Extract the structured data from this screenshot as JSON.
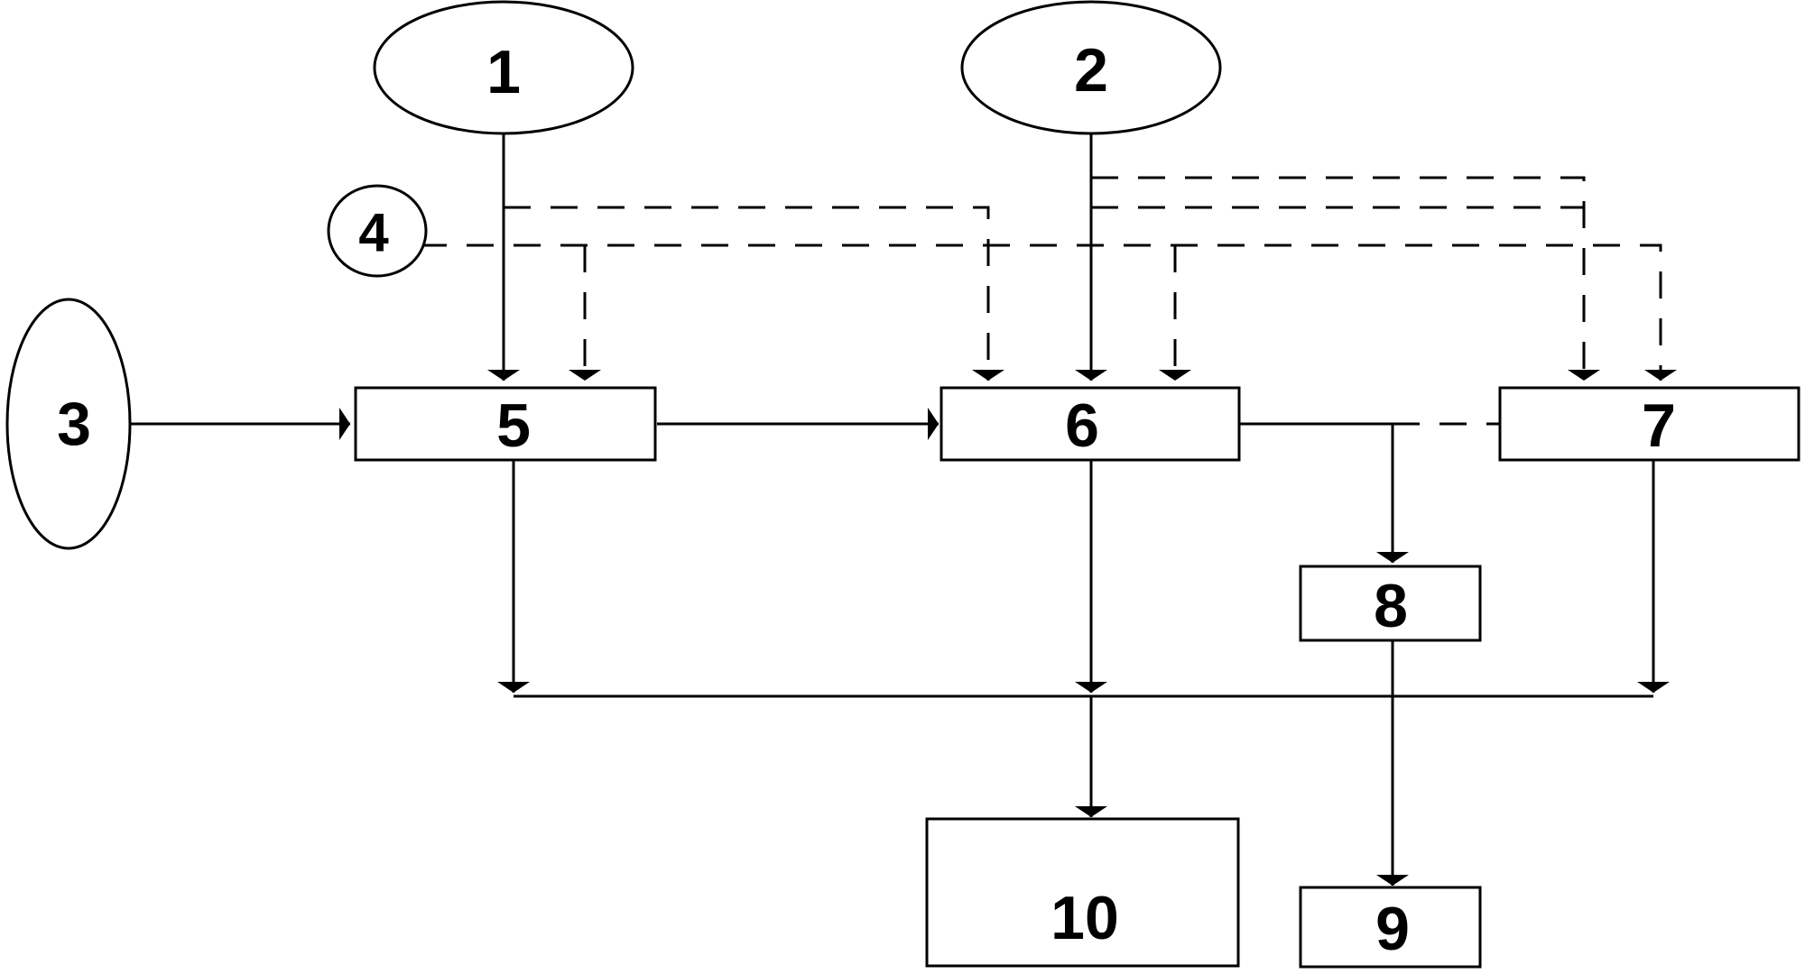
{
  "nodes": {
    "n1": "1",
    "n2": "2",
    "n3": "3",
    "n4": "4",
    "n5": "5",
    "n6": "6",
    "n7": "7",
    "n8": "8",
    "n9": "9",
    "n10": "10"
  },
  "node_shapes": {
    "n1": "ellipse",
    "n2": "ellipse",
    "n3": "ellipse",
    "n4": "circle",
    "n5": "rectangle",
    "n6": "rectangle",
    "n7": "rectangle",
    "n8": "rectangle",
    "n9": "rectangle",
    "n10": "rectangle"
  },
  "edges": [
    {
      "from": "1",
      "to": "5",
      "style": "solid"
    },
    {
      "from": "1",
      "to": "6",
      "style": "dashed"
    },
    {
      "from": "2",
      "to": "6",
      "style": "solid"
    },
    {
      "from": "2",
      "to": "7",
      "style": "dashed"
    },
    {
      "from": "3",
      "to": "5",
      "style": "solid"
    },
    {
      "from": "4",
      "to": "5",
      "style": "dashed"
    },
    {
      "from": "4",
      "to": "6",
      "style": "dashed"
    },
    {
      "from": "4",
      "to": "7",
      "style": "dashed"
    },
    {
      "from": "5",
      "to": "6",
      "style": "solid"
    },
    {
      "from": "6",
      "to": "8",
      "style": "solid"
    },
    {
      "from": "6",
      "to": "7",
      "style": "dashed"
    },
    {
      "from": "5",
      "to": "10",
      "style": "solid"
    },
    {
      "from": "6",
      "to": "10",
      "style": "solid"
    },
    {
      "from": "7",
      "to": "10",
      "style": "solid"
    },
    {
      "from": "8",
      "to": "9",
      "style": "solid"
    }
  ]
}
